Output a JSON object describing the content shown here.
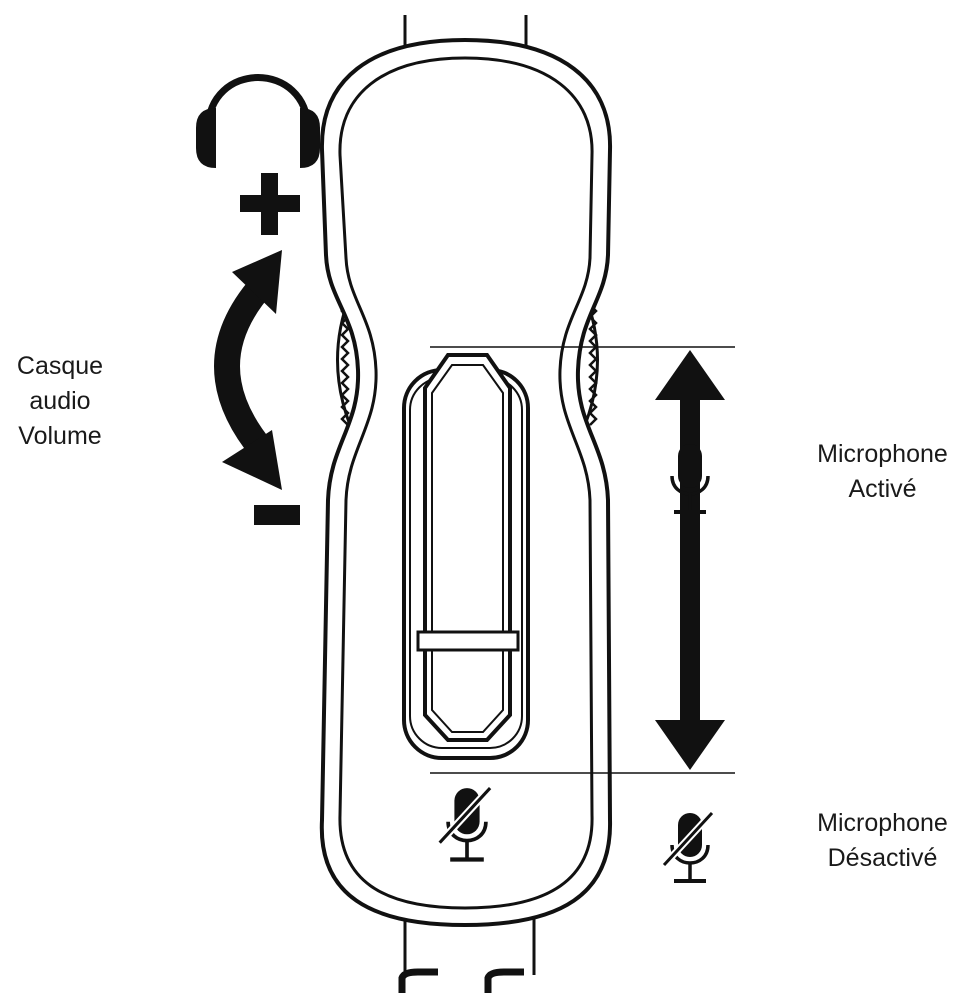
{
  "labels": {
    "headset_volume": [
      "Casque",
      "audio",
      "Volume"
    ],
    "mic_on": [
      "Microphone",
      "Activé"
    ],
    "mic_off": [
      "Microphone",
      "Désactivé"
    ]
  },
  "icons": {
    "headphones": "headphones-icon",
    "volume_up": "plus-icon",
    "volume_down": "minus-icon",
    "volume_wheel_motion": "curved-double-arrow-icon",
    "mic_on": "microphone-icon",
    "mic_off": "microphone-muted-icon",
    "slider_motion": "vertical-double-arrow-icon"
  },
  "colors": {
    "ink": "#111111",
    "background": "#ffffff"
  }
}
